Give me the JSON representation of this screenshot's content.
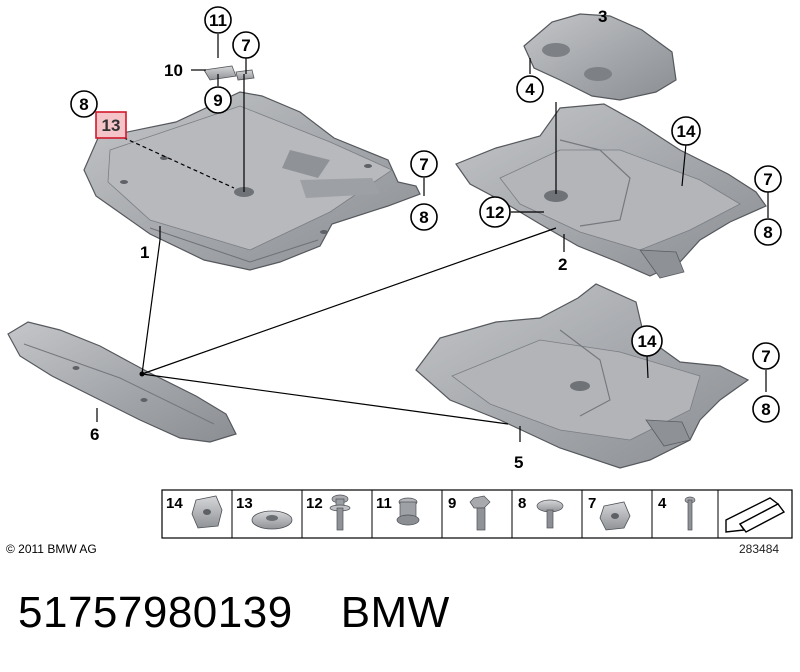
{
  "callouts": {
    "c11_top": "11",
    "c7_top": "7",
    "c10": "10",
    "c9": "9",
    "c8_left": "8",
    "c13_highlight": "13",
    "c1": "1",
    "c3": "3",
    "c4": "4",
    "c14_upper": "14",
    "c7_right_upper": "7",
    "c8_right_upper": "8",
    "c7_mid": "7",
    "c8_mid": "8",
    "c12": "12",
    "c2": "2",
    "c6": "6",
    "c14_lower": "14",
    "c7_right_lower": "7",
    "c8_right_lower": "8",
    "c5": "5"
  },
  "legend": [
    "14",
    "13",
    "12",
    "11",
    "9",
    "8",
    "7",
    "4"
  ],
  "copyright": "© 2011 BMW AG",
  "diagram_ref": "283484",
  "part_number": "51757980139",
  "brand": "BMW",
  "colors": {
    "highlight_fill": "#f4c4c8",
    "highlight_stroke": "#d0182a",
    "part_fill": "#a7a9ac"
  }
}
